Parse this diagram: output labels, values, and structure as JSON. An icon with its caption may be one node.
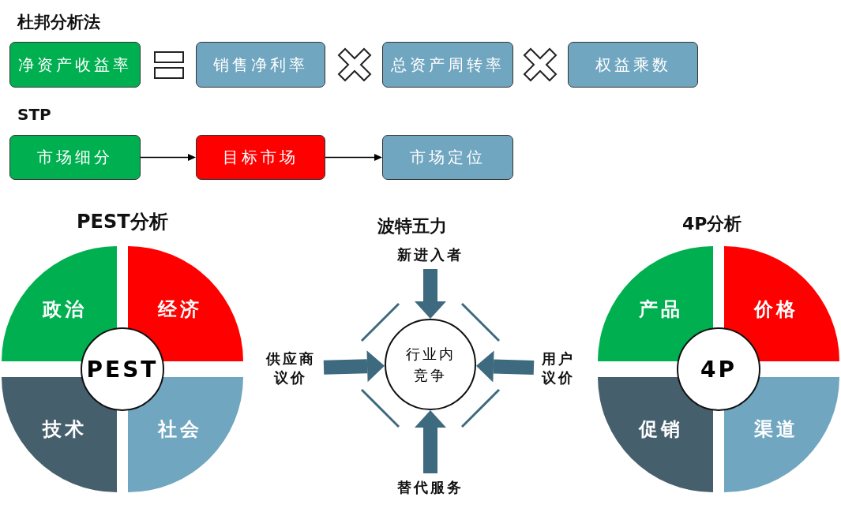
{
  "diagram": {
    "nodes": [
      {
        "text": [
          "净资产收益率"
        ]
      },
      {
        "text": [
          "销售净利率"
        ]
      },
      {
        "text": [
          "总资产周转率"
        ]
      },
      {
        "text": [
          "权益乘数"
        ]
      },
      {
        "text": [
          "市场细分"
        ]
      },
      {
        "text": [
          "目标市场"
        ]
      },
      {
        "text": [
          "市场定位"
        ]
      },
      {
        "text": [
          "政治"
        ]
      },
      {
        "text": [
          "经济"
        ]
      },
      {
        "text": [
          "技术"
        ]
      },
      {
        "text": [
          "社会"
        ]
      },
      {
        "text": [
          "PEST"
        ]
      },
      {
        "text": [
          "行业内竞争"
        ]
      },
      {
        "text": [
          "新进入者"
        ]
      },
      {
        "text": [
          "供应商议价"
        ]
      },
      {
        "text": [
          "用户议价"
        ]
      },
      {
        "text": [
          "替代服务"
        ]
      },
      {
        "text": [
          "产品"
        ]
      },
      {
        "text": [
          "价格"
        ]
      },
      {
        "text": [
          "促销"
        ]
      },
      {
        "text": [
          "渠道"
        ]
      },
      {
        "text": [
          "4P"
        ]
      }
    ],
    "edges": [
      {
        "from": 4,
        "to": 5,
        "arrow": "to",
        "color": "#000000"
      },
      {
        "from": 5,
        "to": 6,
        "arrow": "to",
        "color": "#000000"
      },
      {
        "from": 13,
        "to": 12,
        "arrow": "to",
        "color": "#3d6a7e"
      },
      {
        "from": 14,
        "to": 12,
        "arrow": "to",
        "color": "#3d6a7e"
      },
      {
        "from": 15,
        "to": 12,
        "arrow": "to",
        "color": "#3d6a7e"
      },
      {
        "from": 16,
        "to": 12,
        "arrow": "to",
        "color": "#3d6a7e"
      }
    ],
    "labels": [
      "杜邦分析法",
      "STP",
      "PEST分析",
      "波特五力",
      "4P分析"
    ]
  }
}
